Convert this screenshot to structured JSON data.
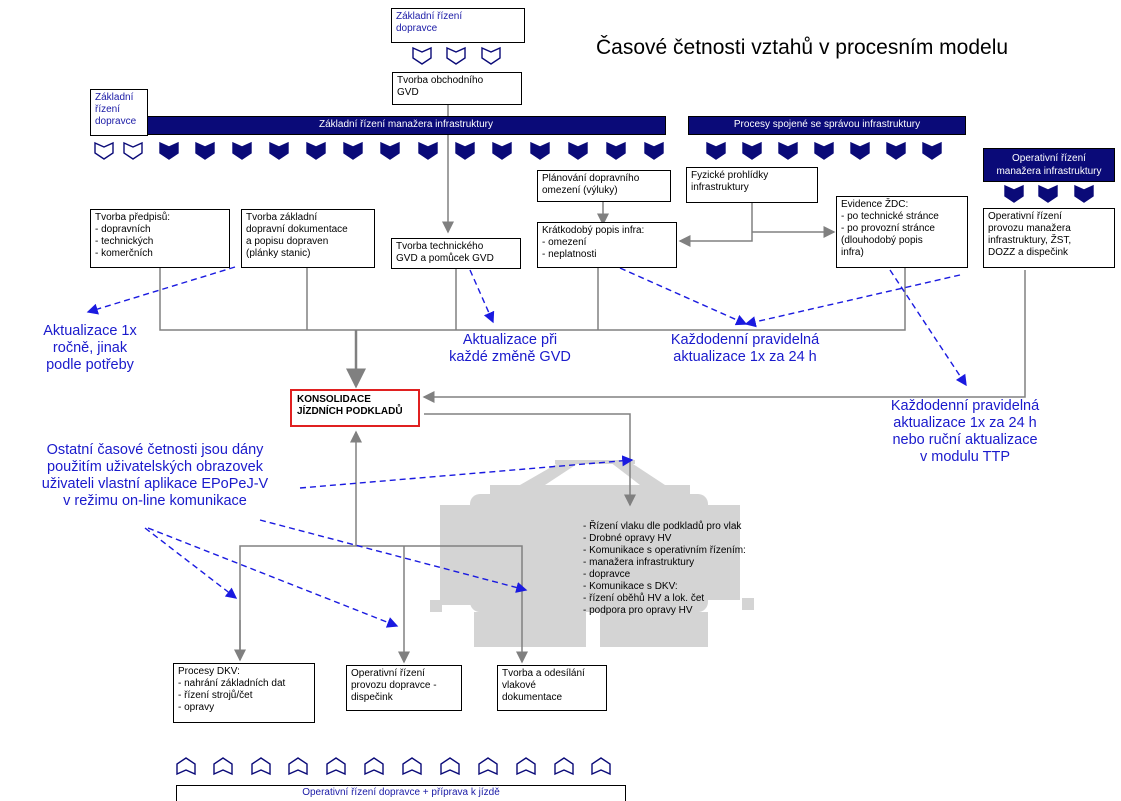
{
  "title": "Časové četnosti vztahů v procesním modelu",
  "carrier_top": "Základní řízení\ndopravce",
  "carrier_left": "Základní\nřízení\ndopravce",
  "bar_im": "Základní řízení manažera infrastruktury",
  "bar_infra": "Procesy spojené se správou infrastruktury",
  "bar_op_im": "Operativní řízení\nmanažera infrastruktury",
  "bar_bottom": "Operativní řízení dopravce + příprava k jízdě",
  "box_obchodni": "Tvorba obchodního\nGVD",
  "box_predpisy": "Tvorba předpisů:\n- dopravních\n- technických\n- komerčních",
  "box_zakladni_dok": "Tvorba základní\ndopravní dokumentace\na popisu dopraven\n(plánky stanic)",
  "box_technicky": "Tvorba technického\nGVD a pomůcek GVD",
  "box_planovani": "Plánování dopravního\nomezení (výluky)",
  "box_prohlidky": "Fyzické prohlídky\ninfrastruktury",
  "box_kratkodoby": "Krátkodobý popis infra:\n- omezení\n- neplatnosti",
  "box_evidence": "Evidence ŽDC:\n- po technické stránce\n- po provozní stránce\n(dlouhodobý popis\ninfra)",
  "box_op_im": "Operativní řízení\nprovozu manažera\ninfrastruktury, ŽST,\nDOZZ a dispečink",
  "box_konsolidace": "KONSOLIDACE\nJÍZDNÍCH PODKLADŮ",
  "box_dkv": "Procesy DKV:\n- nahrání základních dat\n- řízení strojů/čet\n- opravy",
  "box_op_dopravce": "Operativní řízení\nprovozu dopravce -\ndispečink",
  "box_vlakova": "Tvorba a odesílání\nvlakové\ndokumentace",
  "train_list": "- Řízení vlaku dle podkladů pro vlak\n- Drobné opravy HV\n- Komunikace s operativním řízením:\n   - manažera infrastruktury\n   - dopravce\n- Komunikace s DKV:\n   - řízení oběhů HV a lok. čet\n   - podpora pro opravy HV",
  "ann_rocne": "Aktualizace 1x\nročně, jinak\npodle potřeby",
  "ann_gvd": "Aktualizace při\nkaždé změně GVD",
  "ann_kazdodenni": "Každodenní pravidelná\naktualizace 1x za 24 h",
  "ann_ttp": "Každodenní pravidelná\naktualizace 1x za 24 h\nnebo ruční aktualizace\nv modulu TTP",
  "ann_ostatni": "Ostatní časové četnosti jsou dány\npoužitím uživatelských obrazovek\nuživateli vlastní aplikace EPoPeJ-V\nv režimu on-line komunikace"
}
